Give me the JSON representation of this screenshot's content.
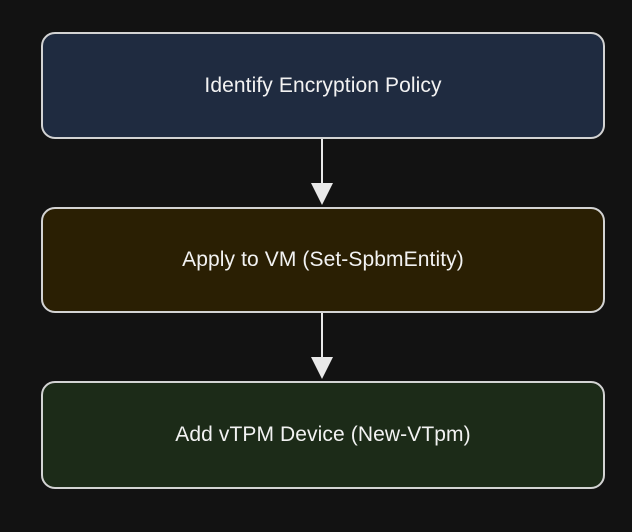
{
  "diagram": {
    "type": "flowchart",
    "direction": "top-to-bottom",
    "background_color": "#121212",
    "nodes": [
      {
        "id": "identify-policy",
        "label": "Identify Encryption Policy",
        "fill_color": "#1f2b40",
        "border_color": "#d3d3d3",
        "text_color": "#f2f2f2"
      },
      {
        "id": "apply-vm",
        "label": "Apply to VM (Set-SpbmEntity)",
        "fill_color": "#2a1f03",
        "border_color": "#d3d3d3",
        "text_color": "#f2f2f2"
      },
      {
        "id": "add-vtpm",
        "label": "Add vTPM Device (New-VTpm)",
        "fill_color": "#1c2b18",
        "border_color": "#d3d3d3",
        "text_color": "#f2f2f2"
      }
    ],
    "edges": [
      {
        "id": "edge-1",
        "from": "identify-policy",
        "to": "apply-vm",
        "label": "",
        "color": "#e8e8e8"
      },
      {
        "id": "edge-2",
        "from": "apply-vm",
        "to": "add-vtpm",
        "label": "",
        "color": "#e8e8e8"
      }
    ]
  }
}
